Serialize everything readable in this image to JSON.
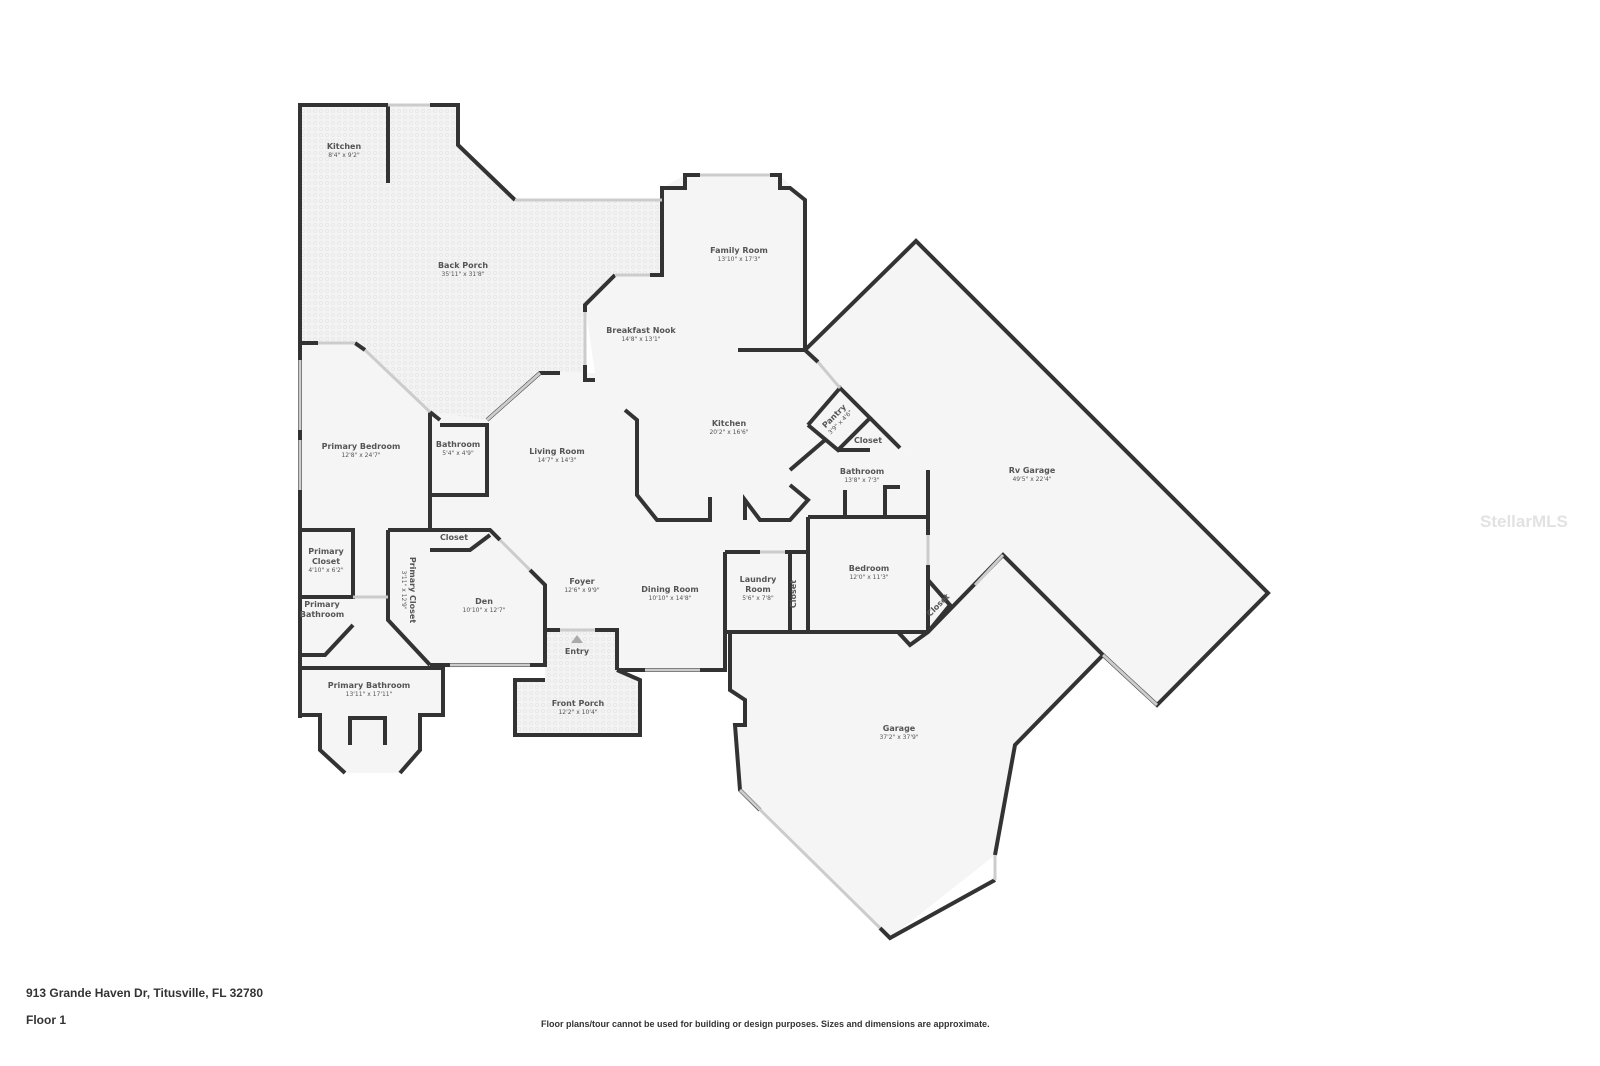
{
  "address": "913 Grande Haven Dr, Titusville, FL 32780",
  "floor_label": "Floor 1",
  "disclaimer": "Floor plans/tour cannot be used for building or design purposes. Sizes and dimensions are approximate.",
  "watermark": "StellarMLS",
  "colors": {
    "wall": "#333333",
    "floor": "#f5f5f5",
    "text": "#555555"
  },
  "rooms": [
    {
      "name": "Kitchen",
      "dim": "8'4\" x 9'2\""
    },
    {
      "name": "Back Porch",
      "dim": "35'11\" x 31'8\""
    },
    {
      "name": "Family Room",
      "dim": "13'10\" x 17'3\""
    },
    {
      "name": "Breakfast Nook",
      "dim": "14'8\" x 13'1\""
    },
    {
      "name": "Primary Bedroom",
      "dim": "12'8\" x 24'7\""
    },
    {
      "name": "Bathroom",
      "dim": "5'4\" x 4'9\""
    },
    {
      "name": "Living Room",
      "dim": "14'7\" x 14'3\""
    },
    {
      "name": "Kitchen",
      "dim": "20'2\" x 16'6\""
    },
    {
      "name": "Pantry",
      "dim": "3'9\" x 4'6\""
    },
    {
      "name": "Closet",
      "dim": ""
    },
    {
      "name": "Bathroom",
      "dim": "13'8\" x 7'3\""
    },
    {
      "name": "Rv Garage",
      "dim": "49'5\" x 22'4\""
    },
    {
      "name": "Closet",
      "dim": ""
    },
    {
      "name": "Primary Closet",
      "dim": "4'10\" x 6'2\""
    },
    {
      "name": "Primary Closet",
      "dim": "3'11\" x 12'9\""
    },
    {
      "name": "Den",
      "dim": "10'10\" x 12'7\""
    },
    {
      "name": "Foyer",
      "dim": "12'6\" x 9'9\""
    },
    {
      "name": "Dining Room",
      "dim": "10'10\" x 14'8\""
    },
    {
      "name": "Laundry Room",
      "dim": "5'6\" x 7'8\""
    },
    {
      "name": "Closet",
      "dim": ""
    },
    {
      "name": "Bedroom",
      "dim": "12'0\" x 11'3\""
    },
    {
      "name": "Primary Bathroom",
      "dim": ""
    },
    {
      "name": "Entry",
      "dim": ""
    },
    {
      "name": "Closet",
      "dim": ""
    },
    {
      "name": "Primary Bathroom",
      "dim": "13'11\" x 17'11\""
    },
    {
      "name": "Front Porch",
      "dim": "12'2\" x 10'4\""
    },
    {
      "name": "Garage",
      "dim": "37'2\" x 37'9\""
    }
  ]
}
